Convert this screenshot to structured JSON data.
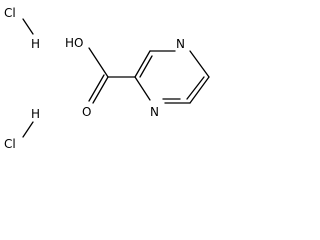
{
  "structure": {
    "salt_top": {
      "cl": "Cl",
      "h": "H"
    },
    "salt_bottom": {
      "cl": "Cl",
      "h": "H"
    },
    "acid_group": {
      "hydroxyl": "HO",
      "carbonyl_oxygen": "O"
    },
    "ring": {
      "nitrogen_top": "N",
      "nitrogen_bottom": "N"
    }
  }
}
